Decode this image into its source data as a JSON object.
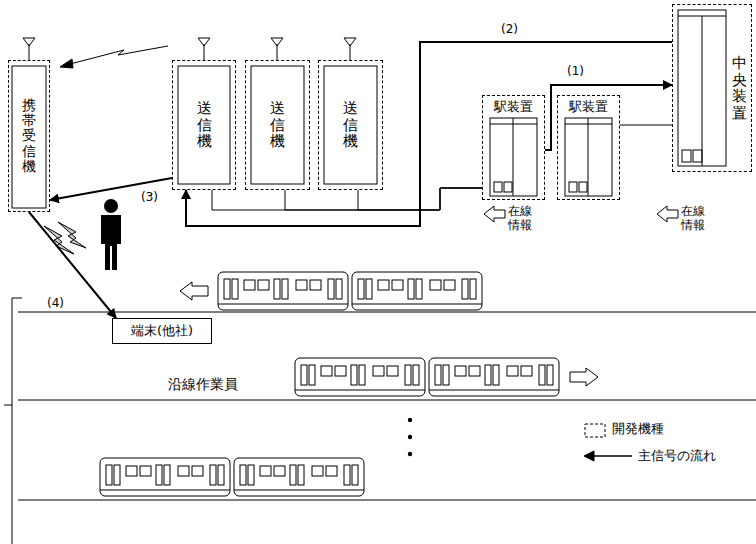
{
  "diagram": {
    "nodes": [
      {
        "text": [
          "携帯受信機"
        ]
      },
      {
        "text": [
          "送信機"
        ]
      },
      {
        "text": [
          "送信機"
        ]
      },
      {
        "text": [
          "送信機"
        ]
      },
      {
        "text": [
          "駅装置"
        ]
      },
      {
        "text": [
          "駅装置"
        ]
      },
      {
        "text": [
          "中央装置"
        ]
      },
      {
        "text": [
          "端末(他社)"
        ]
      }
    ],
    "edges": [
      {
        "from": 4,
        "to": 6,
        "arrow": "to",
        "label": "(1)"
      },
      {
        "from": 5,
        "to": 6,
        "arrow": "none"
      },
      {
        "from": 6,
        "to": 1,
        "arrow": "to",
        "label": "(2)"
      },
      {
        "from": 4,
        "to": 1,
        "arrow": "none"
      },
      {
        "from": 4,
        "to": 2,
        "arrow": "none"
      },
      {
        "from": 4,
        "to": 3,
        "arrow": "none"
      },
      {
        "from": 1,
        "to": 0,
        "arrow": "to",
        "label": "(3)"
      },
      {
        "from": 0,
        "to": 7,
        "arrow": "to",
        "label": "(4)"
      }
    ],
    "labels": [
      "在線情報",
      "在線情報",
      "沿線作業員"
    ],
    "legend": [
      {
        "text": "開発機種"
      },
      {
        "text": "主信号の流れ"
      }
    ]
  }
}
